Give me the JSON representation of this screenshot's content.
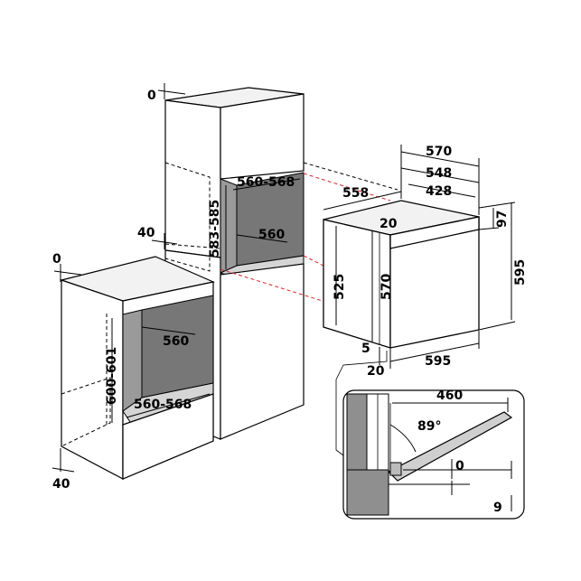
{
  "dimensions": {
    "tall_top_clearance": "0",
    "tall_side_gap": "40",
    "tall_niche_width": "560-568",
    "tall_niche_height": "583-585",
    "tall_niche_depth": "560",
    "base_top_clearance": "0",
    "base_bottom_gap": "40",
    "base_niche_depth": "560",
    "base_niche_height": "600-601",
    "base_niche_width": "560-568",
    "oven_total_depth": "570",
    "oven_body_depth_548": "548",
    "oven_body_depth_428": "428",
    "oven_side_depth": "558",
    "oven_front_thickness": "20",
    "oven_top_panel": "97",
    "oven_total_height": "595",
    "oven_body_height_525": "525",
    "oven_body_height_570": "570",
    "oven_gap_5": "5",
    "oven_gap_20": "20",
    "oven_width": "595",
    "door_open_depth": "460",
    "door_angle": "89°",
    "door_gap_0": "0",
    "door_gap_9": "9"
  },
  "colors": {
    "line": "#000000",
    "cut_line": "#d9252b",
    "niche_dark": "#777777",
    "niche_floor": "#d5d5d5"
  }
}
